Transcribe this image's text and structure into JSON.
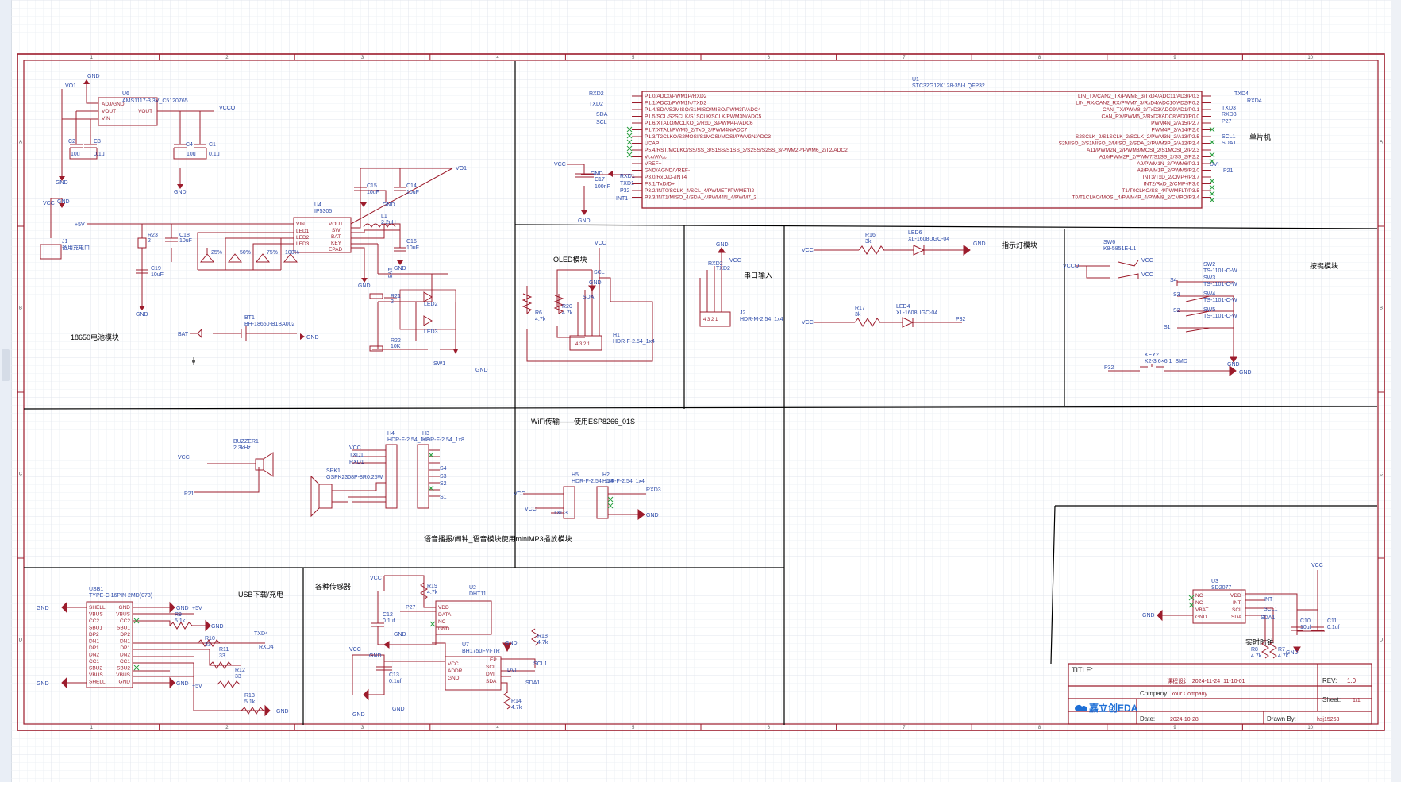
{
  "sheet": {
    "col_labels": [
      "1",
      "2",
      "3",
      "4",
      "5",
      "6",
      "7",
      "8",
      "9",
      "10"
    ],
    "row_labels": [
      "A",
      "B",
      "C",
      "D"
    ]
  },
  "title_block": {
    "title_label": "TITLE:",
    "title": "课程设计_2024-11-24_11-10-01",
    "rev_label": "REV:",
    "rev": "1.0",
    "company_label": "Company:",
    "company": "Your Company",
    "sheet_label": "Sheet:",
    "sheet": "1/1",
    "date_label": "Date:",
    "date": "2024-10-28",
    "drawn_label": "Drawn By:",
    "drawn": "hsj15263",
    "logo": "嘉立创EDA"
  },
  "modules": {
    "battery": "18650电池模块",
    "mcu": "单片机",
    "oled": "OLED模块",
    "serial": "串口输入",
    "indicator": "指示灯模块",
    "keys": "按键模块",
    "wifi": "WiFi传输——使用ESP8266_01S",
    "voice": "语音播报/闹钟_语音模块使用miniMP3播放模块",
    "usb": "USB下载/充电",
    "sensors": "各种传感器",
    "rtc": "实时时钟"
  },
  "power_section": {
    "u6_ref": "U6",
    "u6_val": "AMS1117-3.3V_C5120765",
    "u6_pins": [
      "ADJ/GND",
      "VOUT",
      "VIN",
      "VOUT"
    ],
    "c2": "C2",
    "c2v": "10u",
    "c3": "C3",
    "c3v": "0.1u",
    "c4": "C4",
    "c4v": "10u",
    "c1": "C1",
    "c1v": "0.1u",
    "vo1": "VO1",
    "gnd": "GND",
    "vcco": "VCCO",
    "vccj": "VCC",
    "j1": "J1",
    "j1v": "备用充电口",
    "plus5v": "+5V",
    "u4_ref": "U4",
    "u4_val": "IP5305",
    "u4_left": [
      "VIN",
      "LED1",
      "LED2",
      "LED3"
    ],
    "u4_right": [
      "VOUT",
      "SW",
      "BAT",
      "KEY",
      "EPAD"
    ],
    "l1": "L1",
    "l1v": "2.2uH",
    "c15": "C15",
    "c15v": "10uF",
    "c14": "C14",
    "c14v": "10uF",
    "c16": "C16",
    "c16v": "10uF",
    "r23": "R23",
    "r23v": "2",
    "c18": "C18",
    "c18v": "10uF",
    "c19": "C19",
    "c19v": "10uF",
    "leds": [
      "25%",
      "50%",
      "75%",
      "100%"
    ],
    "r21": "R21",
    "r21v": "2",
    "r22": "R22",
    "r22v": "10K",
    "led2": "LED2",
    "led3": "LED3",
    "sw1": "SW1",
    "bat": "BAT",
    "bt1": "BT1",
    "bt1v": "BH-18650-B1BA002"
  },
  "mcu_section": {
    "ref": "U1",
    "value": "STC32G12K128-35I-LQFP32",
    "left_pins": [
      "P1.0/ADC0/PWM1P/RXD2",
      "P1.1/ADC1/PWM1N/TXD2",
      "P1.4/SDA/S2MISO/S1MISO/MISO/PWM3P/ADC4",
      "P1.5/SCL/S2SCLK/S1SCLK/SCLK/PWM3N/ADC5",
      "P1.6/XTALO/MCLKO_2/RxD_3/PWM4P/ADC6",
      "P1.7/XTALI/PWM5_2/TxD_3/PWM4N/ADC7",
      "P1.3/T2CLKO/S2MOSI/S1MOSI/MOSI/PWM2N/ADC3",
      "UCAP",
      "P5.4/RST/MCLKO/SS/SS_3/S1SS/S1SS_3/S2SS/S2SS_3/PWM2P/PWM6_2/T2/ADC2",
      "Vcc/AVcc",
      "VREF+",
      "GND/AGND/VREF-",
      "P3.0/RxD/D-/INT4",
      "P3.1/TxD/D+",
      "P3.2/INT0/SCLK_4/SCL_4/PWMETI/PWMETI2",
      "P3.3/INT1/MISO_4/SDA_4/PWM4N_4/PWM7_2"
    ],
    "right_pins": [
      "LIN_TX/CAN2_TX/PWM8_3/TxD4/ADC11/AD3/P0.3",
      "LIN_RX/CAN2_RX/PWM7_3/RxD4/ADC10/AD2/P0.2",
      "CAN_TX/PWM8_3/TxD3/ADC9/AD1/P0.1",
      "CAN_RX/PWM5_3/RxD3/ADC8/AD0/P0.0",
      "PWM4N_2/A15/P2.7",
      "PWM4P_2/A14/P2.6",
      "S2SCLK_2/S1SCLK_2/SCLK_2/PWM3N_2/A13/P2.5",
      "S2MISO_2/S1MISO_2/MISO_2/SDA_2/PWM3P_2/A12/P2.4",
      "A11/PWM2N_2/PWM8/MOSI_2/S1MOSI_2/P2.3",
      "A10/PWM2P_2/PWM7/S1SS_2/SS_2/P2.2",
      "A9/PWM1N_2/PWM6/P2.1",
      "A8/PWM1P_2/PWM5/P2.0",
      "INT3/TxD_2/CMP+/P3.7",
      "INT2/RxD_2/CMP-/P3.6",
      "T1/T0CLKO/SS_4/PWMFLT/P3.5",
      "T0/T1CLKO/MOSI_4/PWM4P_4/PWM8_2/CMPO/P3.4"
    ],
    "net_left": [
      "RXD2",
      "TXD2",
      "SDA",
      "SCL"
    ],
    "net_bottom": [
      "RXD1",
      "TXD1",
      "P32",
      "INT1"
    ],
    "net_right": [
      "TXD4",
      "RXD4",
      "TXD3",
      "RXD3",
      "P27",
      "SCL1",
      "SDA1",
      "DVI",
      "P21"
    ],
    "vcc": "VCC",
    "gnd": "GND",
    "c17": "C17",
    "c17v": "100nF"
  },
  "oled_section": {
    "vcc": "VCC",
    "scl": "SCL",
    "gnd": "GND",
    "sda": "SDA",
    "r6": "R6",
    "r6v": "4.7k",
    "r20": "R20",
    "r20v": "4.7k",
    "h1": "H1",
    "h1v": "HDR-F-2.54_1x4",
    "pins": "4 3 2 1"
  },
  "serial_section": {
    "gnd": "GND",
    "vcc": "VCC",
    "rxd2": "RXD2",
    "txd2": "TXD2",
    "j2": "J2",
    "j2v": "HDR-M-2.54_1x4",
    "pins": "4 3 2 1"
  },
  "indicator_section": {
    "vcc1": "VCC",
    "r16": "R16",
    "r16v": "3k",
    "led6": "LED6",
    "led6v": "XL-1608UGC-04",
    "gnd": "GND",
    "vcc2": "VCC",
    "r17": "R17",
    "r17v": "3k",
    "led4": "LED4",
    "led4v": "XL-1608UGC-04",
    "p32": "P32"
  },
  "keys_section": {
    "sw6": "SW6",
    "sw6v": "K8-5851E-L1",
    "vcco": "VCCO",
    "vcc": "VCC",
    "sw2": "SW2",
    "sw2v": "TS-1101-C-W",
    "sw_names": [
      "SW3",
      "SW4",
      "SW5"
    ],
    "sw_val": "TS-1101-C-W",
    "s_nets": [
      "S4",
      "S3",
      "S2",
      "S1"
    ],
    "gnd": "GND",
    "key2": "KEY2",
    "key2v": "K2-3.6×6.1_SMD",
    "p32": "P32"
  },
  "voice_section": {
    "buzzer": "BUZZER1",
    "buzzerv": "2.3kHz",
    "vcc": "VCC",
    "p21": "P21",
    "h4": "H4",
    "h4v": "HDR-F-2.54_1x8",
    "h3": "H3",
    "h3v": "HDR-F-2.54_1x8",
    "spk": "SPK1",
    "spkv": "GSPK2308P-8R0.25W",
    "nets": [
      "VCC",
      "TXD1",
      "RXD1"
    ],
    "s_nets": [
      "S4",
      "S3",
      "S2",
      "S1"
    ]
  },
  "wifi_section": {
    "vcc1": "VCC",
    "vcc2": "VCC",
    "txd3": "TXD3",
    "rxd3": "RXD3",
    "gnd": "GND",
    "h5": "H5",
    "h5v": "HDR-F-2.54_1x4",
    "h2": "H2",
    "h2v": "HDR-F-2.54_1x4"
  },
  "usb_section": {
    "ref": "USB1",
    "value": "TYPE-C 16PIN 2MD(073)",
    "left_pins": [
      "SHELL",
      "VBUS",
      "CC2",
      "SBU1",
      "DP2",
      "DN1",
      "DP1",
      "DN2",
      "CC1",
      "SBU2",
      "VBUS",
      "SHELL"
    ],
    "right_pins": [
      "GND",
      "VBUS",
      "CC2",
      "SBU1",
      "DP2",
      "DN1",
      "DP1",
      "DN2",
      "CC1",
      "SBU2",
      "VBUS",
      "GND"
    ],
    "gnd": "GND",
    "plus5v": "+5V",
    "r9": "R9",
    "r9v": "5.1k",
    "r10": "R10",
    "r10v": "33",
    "r11": "R11",
    "r11v": "33",
    "r12": "R12",
    "r12v": "33",
    "r13": "R13",
    "r13v": "5.1k",
    "txd4": "TXD4",
    "rxd4": "RXD4"
  },
  "sensors_section": {
    "vcc": "VCC",
    "r19": "R19",
    "r19v": "4.7k",
    "u2": "U2",
    "u2v": "DHT11",
    "u2_pins": [
      "VDD",
      "DATA",
      "NC",
      "GND"
    ],
    "p27": "P27",
    "c12": "C12",
    "c12v": "0.1uf",
    "gnd": "GND",
    "u7": "U7",
    "u7v": "BH1750FVI-TR",
    "u7_left": [
      "VCC",
      "ADDR",
      "GND"
    ],
    "u7_right": [
      "EP",
      "SCL",
      "DVI",
      "SDA"
    ],
    "r18": "R18",
    "r18v": "4.7k",
    "scl1": "SCL1",
    "sda1": "SDA1",
    "dvi": "DVI",
    "c13": "C13",
    "c13v": "0.1uf",
    "r14": "R14",
    "r14v": "4.7k"
  },
  "rtc_section": {
    "vcc": "VCC",
    "u3": "U3",
    "u3v": "SD2077",
    "left_pins": [
      "NC",
      "NC",
      "VBAT",
      "GND"
    ],
    "right_pins": [
      "VDD",
      "INT",
      "SCL",
      "SDA"
    ],
    "int": "INT",
    "scl1": "SCL1",
    "sda1": "SDA1",
    "gnd": "GND",
    "c10": "C10",
    "c10v": "10uf",
    "c11": "C11",
    "c11v": "0.1uf",
    "r7": "R7",
    "r7v": "4.7k",
    "r8": "R8",
    "r8v": "4.7k"
  }
}
